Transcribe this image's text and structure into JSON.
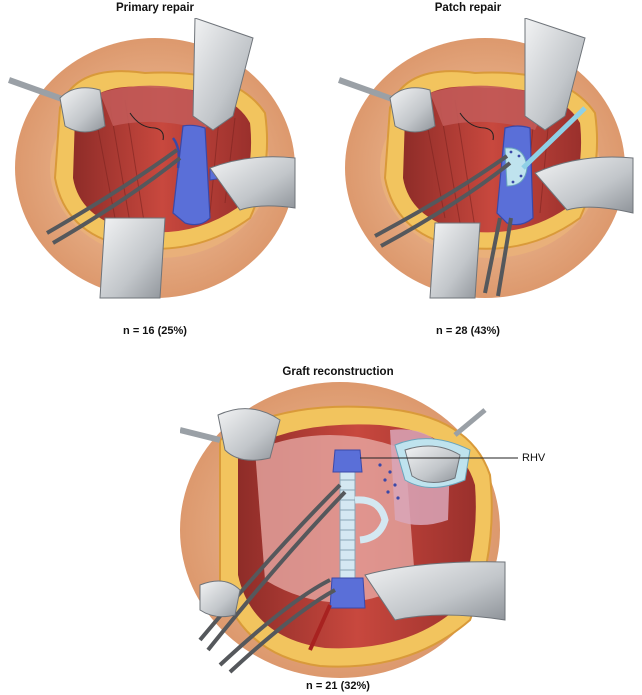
{
  "panels": [
    {
      "title": "Primary repair",
      "count": "n = 16 (25%)"
    },
    {
      "title": "Patch repair",
      "count": "n = 28 (43%)"
    },
    {
      "title": "Graft reconstruction",
      "count": "n = 21 (32%)"
    }
  ],
  "labels": {
    "rhv": "RHV"
  },
  "colors": {
    "skin": "#e0a27a",
    "fat": "#f0c25c",
    "muscle": "#b8403a",
    "liver": "#c86a66",
    "vein": "#5a6fd8",
    "graft": "#d4e8f2",
    "steel": "#c9ccd0",
    "patch": "#bfe3ee"
  }
}
